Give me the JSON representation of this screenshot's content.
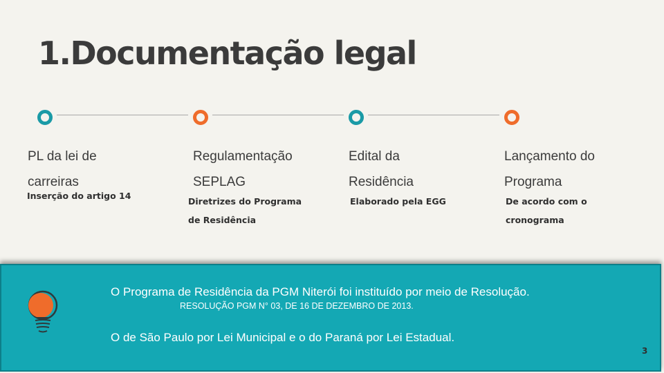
{
  "title": "1.Documentação legal",
  "colors": {
    "teal": "#1a9aa6",
    "orange": "#ef6c2b",
    "banner": "#14a8b4"
  },
  "steps": [
    {
      "title_line1": "PL da lei de",
      "title_line2": "carreiras",
      "sub_line1": "Inserção do artigo 14",
      "sub_line2": "",
      "dot_color": "teal"
    },
    {
      "title_line1": "Regulamentação",
      "title_line2": "SEPLAG",
      "sub_line1": "Diretrizes do Programa",
      "sub_line2": "de Residência",
      "dot_color": "orange"
    },
    {
      "title_line1": "Edital da",
      "title_line2": "Residência",
      "sub_line1": "Elaborado pela EGG",
      "sub_line2": "",
      "dot_color": "teal"
    },
    {
      "title_line1": "Lançamento do",
      "title_line2": "Programa",
      "sub_line1": "De acordo com o",
      "sub_line2": "cronograma",
      "dot_color": "orange"
    }
  ],
  "banner": {
    "line1": "O Programa de Residência da PGM Niterói foi instituído por meio de Resolução.",
    "line2": "RESOLUÇÃO PGM N° 03, DE 16 DE DEZEMBRO DE 2013.",
    "line3": "O de São Paulo por Lei Municipal e o do Paraná por Lei Estadual.",
    "icon": "lightbulb-icon"
  },
  "page_number": "3"
}
